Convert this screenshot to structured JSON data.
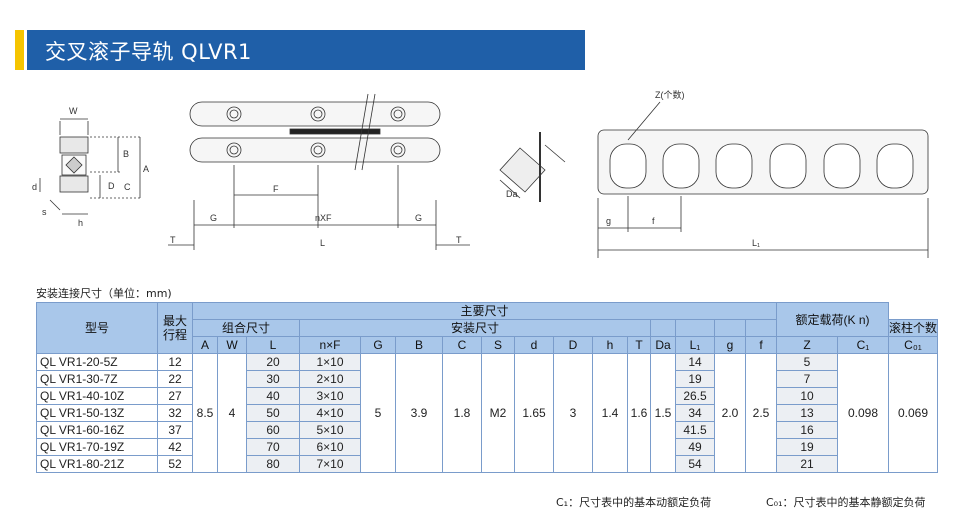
{
  "title": "交叉滚子导轨 QLVR1",
  "caption": "安装连接尺寸（单位：mm)",
  "drawing_labels": {
    "W": "W",
    "B": "B",
    "A": "A",
    "d": "d",
    "D": "D",
    "C": "C",
    "s": "s",
    "h": "h",
    "F": "F",
    "G": "G",
    "nXF": "nXF",
    "T": "T",
    "L": "L",
    "Z": "Z(个数)",
    "Da": "Da",
    "g": "g",
    "f": "f",
    "L1": "L₁"
  },
  "table": {
    "header": {
      "model": "型号",
      "max_stroke": "最大行程",
      "main_dims": "主要尺寸",
      "combo_dims": "组合尺寸",
      "install_dims": "安装尺寸",
      "roller_count": "滚柱个数",
      "rated_load": "额定载荷(K n)",
      "cols": [
        "A",
        "W",
        "L",
        "n×F",
        "G",
        "B",
        "C",
        "S",
        "d",
        "D",
        "h",
        "T",
        "Da",
        "L₁",
        "g",
        "f",
        "Z",
        "C₁",
        "C₀₁"
      ]
    },
    "rows": [
      {
        "model": "QL VR1-20-5Z",
        "stroke": "12",
        "L": "20",
        "nF": "1×10",
        "L1": "14",
        "Z": "5"
      },
      {
        "model": "QL VR1-30-7Z",
        "stroke": "22",
        "L": "30",
        "nF": "2×10",
        "L1": "19",
        "Z": "7"
      },
      {
        "model": "QL VR1-40-10Z",
        "stroke": "27",
        "L": "40",
        "nF": "3×10",
        "L1": "26.5",
        "Z": "10"
      },
      {
        "model": "QL VR1-50-13Z",
        "stroke": "32",
        "L": "50",
        "nF": "4×10",
        "L1": "34",
        "Z": "13"
      },
      {
        "model": "QL VR1-60-16Z",
        "stroke": "37",
        "L": "60",
        "nF": "5×10",
        "L1": "41.5",
        "Z": "16"
      },
      {
        "model": "QL VR1-70-19Z",
        "stroke": "42",
        "L": "70",
        "nF": "6×10",
        "L1": "49",
        "Z": "19"
      },
      {
        "model": "QL VR1-80-21Z",
        "stroke": "52",
        "L": "80",
        "nF": "7×10",
        "L1": "54",
        "Z": "21"
      }
    ],
    "shared": {
      "A": "8.5",
      "W": "4",
      "G": "5",
      "B": "3.9",
      "C": "1.8",
      "S": "M2",
      "d": "1.65",
      "D": "3",
      "h": "1.4",
      "T": "1.6",
      "Da": "1.5",
      "g": "2.0",
      "f": "2.5",
      "C1": "0.098",
      "C01": "0.069"
    }
  },
  "footnotes": {
    "c1": "C₁：尺寸表中的基本动额定负荷",
    "c01": "C₀₁：尺寸表中的基本静额定负荷"
  },
  "colors": {
    "title_bg": "#1f5fa8",
    "accent": "#f5c400",
    "header_bg": "#a9c7ea"
  }
}
